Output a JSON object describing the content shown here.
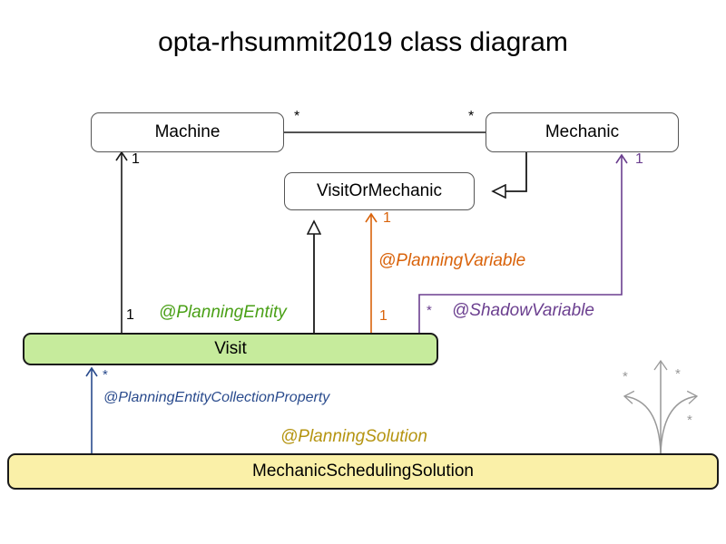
{
  "title": "opta-rhsummit2019 class diagram",
  "colors": {
    "planning_entity": "#4aa017",
    "planning_variable": "#d9630b",
    "shadow_variable": "#6b3f8f",
    "planning_entity_collection_property": "#2a4b8d",
    "planning_solution": "#b59410",
    "plain_line": "#1a1a1a",
    "plain_box_border": "#555555",
    "entity_fill": "#c6eb9c",
    "solution_fill": "#faf0a8",
    "gray_fan": "#999999",
    "text": "#000000"
  },
  "classes": [
    {
      "id": "machine",
      "name": "Machine",
      "style": "plain"
    },
    {
      "id": "mechanic",
      "name": "Mechanic",
      "style": "plain"
    },
    {
      "id": "visit_or_mechanic",
      "name": "VisitOrMechanic",
      "style": "plain"
    },
    {
      "id": "visit",
      "name": "Visit",
      "style": "entity"
    },
    {
      "id": "mechanic_scheduling_solution",
      "name": "MechanicSchedulingSolution",
      "style": "solution"
    }
  ],
  "annotations": [
    {
      "id": "planning_entity",
      "label": "@PlanningEntity",
      "color_key": "planning_entity"
    },
    {
      "id": "planning_variable",
      "label": "@PlanningVariable",
      "color_key": "planning_variable"
    },
    {
      "id": "shadow_variable",
      "label": "@ShadowVariable",
      "color_key": "shadow_variable"
    },
    {
      "id": "planning_entity_collection_property",
      "label": "@PlanningEntityCollectionProperty",
      "color_key": "planning_entity_collection_property"
    },
    {
      "id": "planning_solution",
      "label": "@PlanningSolution",
      "color_key": "planning_solution"
    }
  ],
  "multiplicities": [
    {
      "id": "machine_mechanic_left",
      "label": "*",
      "color_key": "text"
    },
    {
      "id": "machine_mechanic_right",
      "label": "*",
      "color_key": "text"
    },
    {
      "id": "machine_from_visit_top",
      "label": "1",
      "color_key": "text"
    },
    {
      "id": "machine_from_visit_bottom",
      "label": "1",
      "color_key": "text"
    },
    {
      "id": "visit_or_mechanic_from_visit",
      "label": "1",
      "color_key": "planning_variable"
    },
    {
      "id": "planning_variable_near_visit",
      "label": "1",
      "color_key": "planning_variable"
    },
    {
      "id": "mechanic_shadow_top",
      "label": "1",
      "color_key": "shadow_variable"
    },
    {
      "id": "shadow_star_near_visit",
      "label": "*",
      "color_key": "shadow_variable"
    },
    {
      "id": "visit_collection_star",
      "label": "*",
      "color_key": "planning_entity_collection_property"
    },
    {
      "id": "fan_star_up",
      "label": "*",
      "color_key": "gray_fan"
    },
    {
      "id": "fan_star_left",
      "label": "*",
      "color_key": "gray_fan"
    },
    {
      "id": "fan_star_right",
      "label": "*",
      "color_key": "gray_fan"
    }
  ],
  "relations": [
    {
      "id": "machine-mechanic-association",
      "from": "Machine",
      "to": "Mechanic",
      "kind": "association"
    },
    {
      "id": "visit-machine-association",
      "from": "Visit",
      "to": "Machine",
      "kind": "association"
    },
    {
      "id": "visit-visitormechanic-inheritance",
      "from": "Visit",
      "to": "VisitOrMechanic",
      "kind": "generalization"
    },
    {
      "id": "mechanic-visitormechanic-inheritance",
      "from": "Mechanic",
      "to": "VisitOrMechanic",
      "kind": "generalization"
    },
    {
      "id": "visit-visitormechanic-planning-variable",
      "from": "Visit",
      "to": "VisitOrMechanic",
      "kind": "association"
    },
    {
      "id": "visit-mechanic-shadow-variable",
      "from": "Visit",
      "to": "Mechanic",
      "kind": "association"
    },
    {
      "id": "solution-visit-collection",
      "from": "MechanicSchedulingSolution",
      "to": "Visit",
      "kind": "association"
    },
    {
      "id": "solution-fan-association",
      "from": "MechanicSchedulingSolution",
      "to": "*",
      "kind": "association"
    }
  ]
}
